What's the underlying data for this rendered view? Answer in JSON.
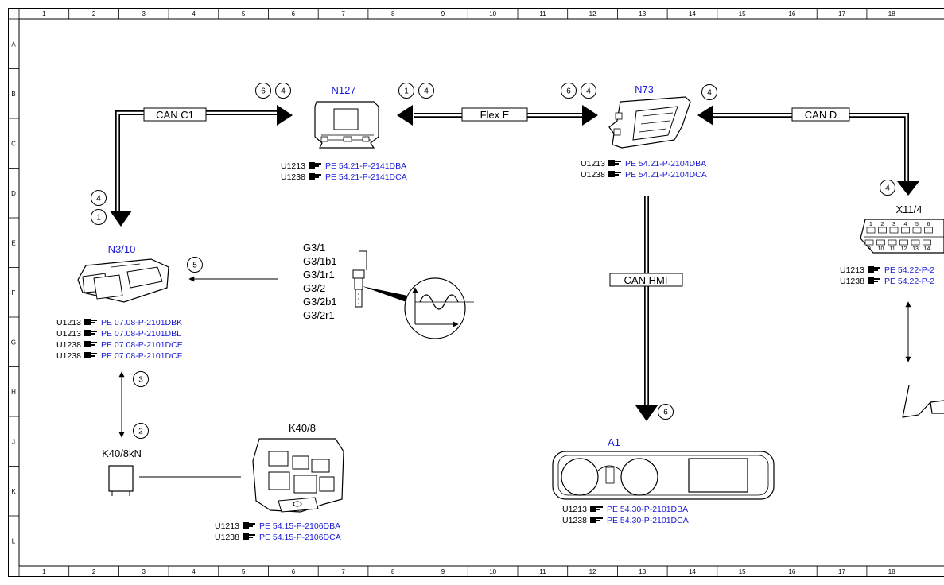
{
  "grid": {
    "columns": [
      "1",
      "2",
      "3",
      "4",
      "5",
      "6",
      "7",
      "8",
      "9",
      "10",
      "11",
      "12",
      "13",
      "14",
      "15",
      "16",
      "17",
      "18"
    ],
    "rows": [
      "A",
      "B",
      "C",
      "D",
      "E",
      "F",
      "G",
      "H",
      "J",
      "K",
      "L"
    ]
  },
  "components": {
    "n127": "N127",
    "n73": "N73",
    "n3_10": "N3/10",
    "x11_4": "X11/4",
    "k40_8": "K40/8",
    "k40_8kn": "K40/8kN",
    "a1": "A1"
  },
  "sensors": [
    "G3/1",
    "G3/1b1",
    "G3/1r1",
    "G3/2",
    "G3/2b1",
    "G3/2r1"
  ],
  "buses": {
    "can_c1": "CAN C1",
    "flex_e": "Flex E",
    "can_d": "CAN D",
    "can_hmi": "CAN HMI"
  },
  "refs": {
    "n127": [
      {
        "u": "U1213",
        "pe": "PE 54.21-P-2141DBA"
      },
      {
        "u": "U1238",
        "pe": "PE 54.21-P-2141DCA"
      }
    ],
    "n73": [
      {
        "u": "U1213",
        "pe": "PE 54.21-P-2104DBA"
      },
      {
        "u": "U1238",
        "pe": "PE 54.21-P-2104DCA"
      }
    ],
    "x11_4": [
      {
        "u": "U1213",
        "pe": "PE 54.22-P-2"
      },
      {
        "u": "U1238",
        "pe": "PE 54.22-P-2"
      }
    ],
    "n3_10": [
      {
        "u": "U1213",
        "pe": "PE 07.08-P-2101DBK"
      },
      {
        "u": "U1213",
        "pe": "PE 07.08-P-2101DBL"
      },
      {
        "u": "U1238",
        "pe": "PE 07.08-P-2101DCE"
      },
      {
        "u": "U1238",
        "pe": "PE 07.08-P-2101DCF"
      }
    ],
    "k40_8": [
      {
        "u": "U1213",
        "pe": "PE 54.15-P-2106DBA"
      },
      {
        "u": "U1238",
        "pe": "PE 54.15-P-2106DCA"
      }
    ],
    "a1": [
      {
        "u": "U1213",
        "pe": "PE 54.30-P-2101DBA"
      },
      {
        "u": "U1238",
        "pe": "PE 54.30-P-2101DCA"
      }
    ]
  },
  "circles": {
    "c1": "6",
    "c2": "4",
    "c3": "1",
    "c4": "4",
    "c5": "6",
    "c6": "4",
    "c7": "4",
    "c8": "4",
    "c9": "4",
    "c10": "1",
    "c11": "5",
    "c12": "3",
    "c13": "2",
    "c14": "6"
  },
  "x11_pins_top": [
    "1",
    "2",
    "3",
    "4",
    "5",
    "6"
  ],
  "x11_pins_bottom": [
    "9",
    "10",
    "11",
    "12",
    "13",
    "14"
  ],
  "colors": {
    "link": "#1a1ad6",
    "line": "#000000"
  }
}
